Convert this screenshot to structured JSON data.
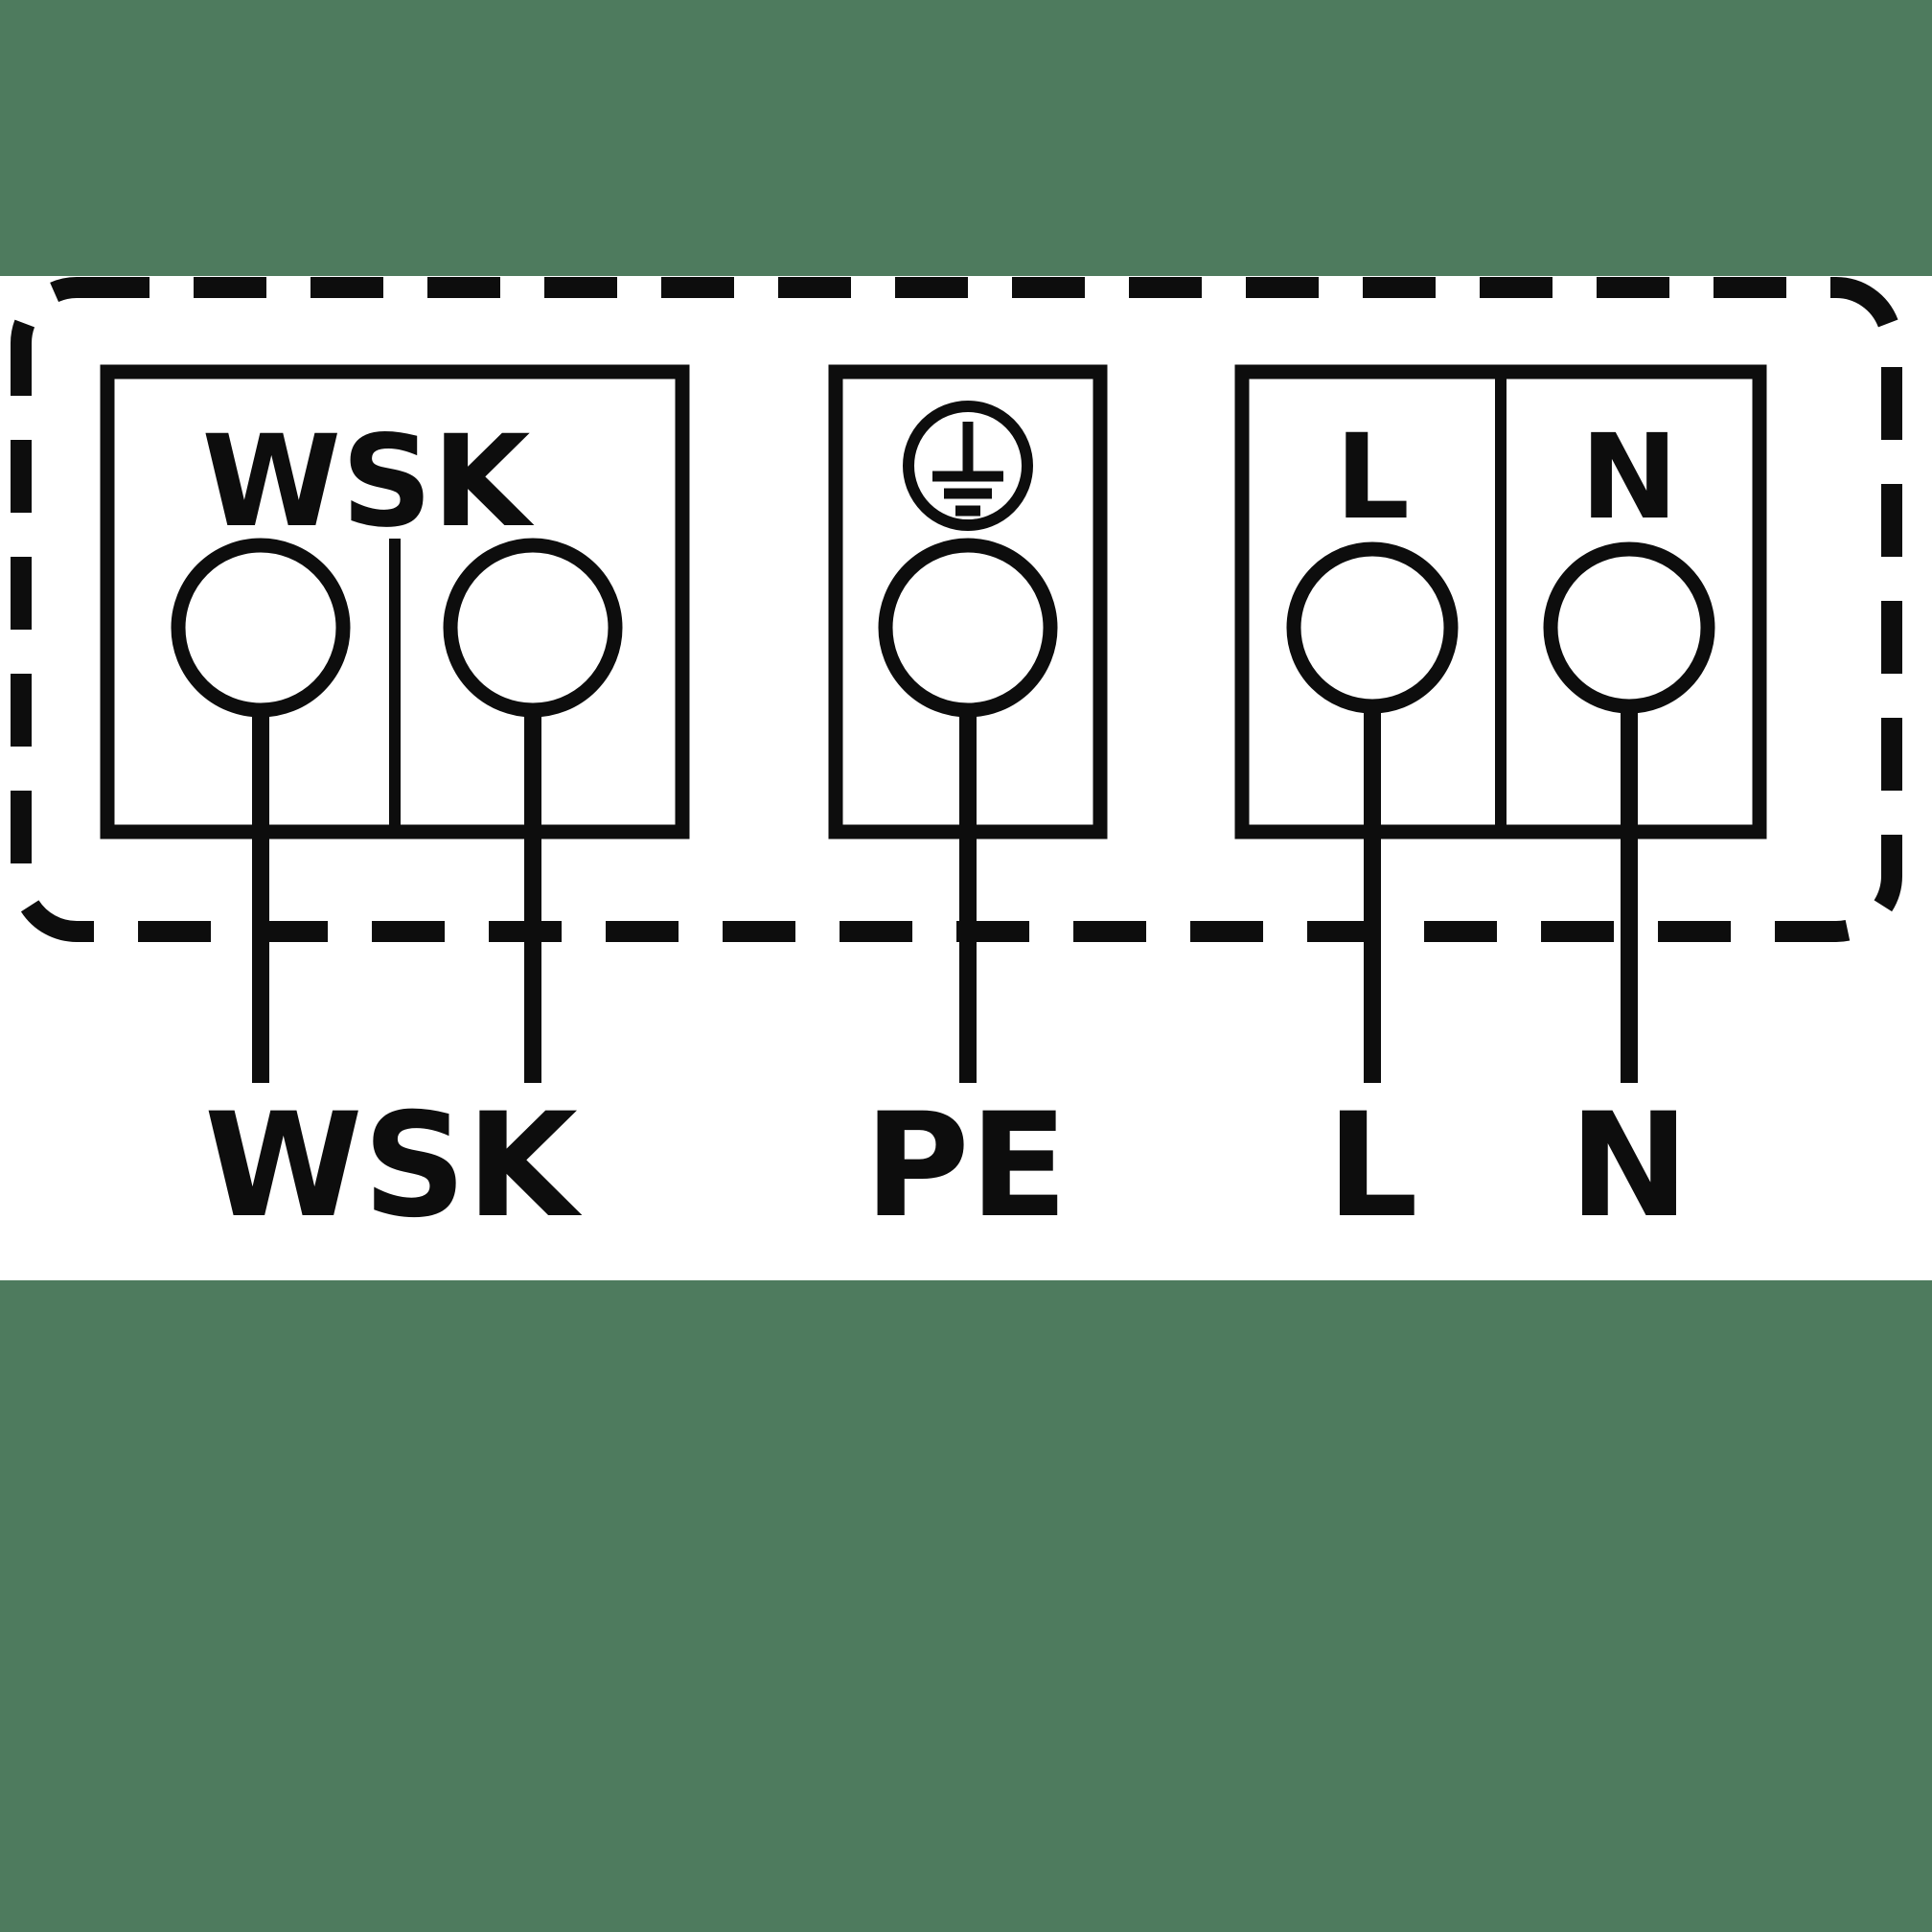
{
  "diagram": {
    "type": "terminal-wiring-diagram",
    "blocks": {
      "wsk": {
        "label": "WSK"
      },
      "pe": {
        "icon": "earth-ground-icon"
      },
      "ln": {
        "l_label": "L",
        "n_label": "N"
      }
    },
    "wire_labels": {
      "wsk": "WSK",
      "pe": "PE",
      "l": "L",
      "n": "N"
    }
  },
  "colors": {
    "outer_background": "#4e7b5e",
    "canvas": "#ffffff",
    "ink": "#0d0d0d"
  }
}
